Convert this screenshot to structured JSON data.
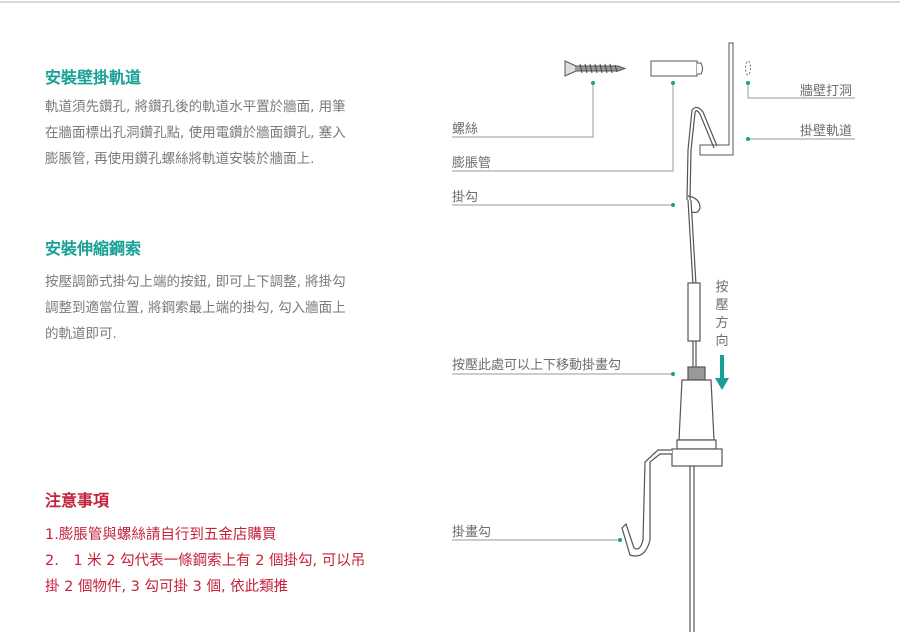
{
  "sections": [
    {
      "title": "安裝壁掛軌道",
      "lines": [
        "軌道須先鑽孔, 將鑽孔後的軌道水平置於牆面, 用筆",
        "在牆面標出孔洞鑽孔點, 使用電鑽於牆面鑽孔, 塞入",
        "膨脹管, 再使用鑽孔螺絲將軌道安裝於牆面上."
      ]
    },
    {
      "title": "安裝伸縮鋼索",
      "lines": [
        "按壓調節式掛勾上端的按鈕, 即可上下調整, 將掛勾",
        "調整到適當位置, 將鋼索最上端的掛勾, 勾入牆面上",
        "的軌道即可."
      ]
    }
  ],
  "notes": {
    "title": "注意事項",
    "lines": [
      "1.膨脹管與螺絲請自行到五金店購買",
      "2.　1 米 2 勾代表一條鋼索上有 2 個掛勾, 可以吊",
      "掛 2 個物件,  3 勾可掛 3 個, 依此類推"
    ]
  },
  "diagram": {
    "labels": {
      "screw": "螺絲",
      "anchor": "膨脹管",
      "hook": "掛勾",
      "wall_hole": "牆壁打洞",
      "wall_rail": "掛壁軌道",
      "press_here": "按壓此處可以上下移動掛畫勾",
      "picture_hook": "掛畫勾",
      "press_direction": [
        "按",
        "壓",
        "方",
        "向"
      ]
    },
    "colors": {
      "accent": "#17a095",
      "line": "#9a9a9a",
      "drawing": "#555555"
    }
  }
}
